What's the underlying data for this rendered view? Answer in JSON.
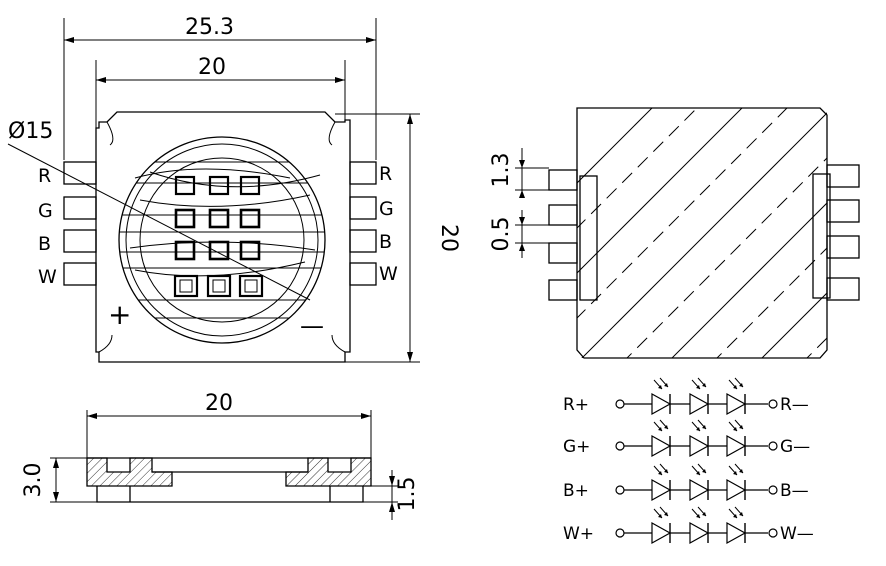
{
  "front_view": {
    "dim_overall_width": "25.3",
    "dim_body_width": "20",
    "dim_diameter": "Ø15",
    "dim_height": "20",
    "pins_left": [
      "R",
      "G",
      "B",
      "W"
    ],
    "pins_right": [
      "R",
      "G",
      "B",
      "W"
    ],
    "plus_mark": "+",
    "minus_mark": "—"
  },
  "side_view": {
    "dim_width": "20",
    "dim_thickness": "3.0",
    "dim_step": "1.5"
  },
  "back_view": {
    "dim_pad_pitch": "1.3",
    "dim_pad_gap": "0.5"
  },
  "schematic": {
    "rows": [
      {
        "left": "R+",
        "right": "R—"
      },
      {
        "left": "G+",
        "right": "G—"
      },
      {
        "left": "B+",
        "right": "B—"
      },
      {
        "left": "W+",
        "right": "W—"
      }
    ]
  }
}
